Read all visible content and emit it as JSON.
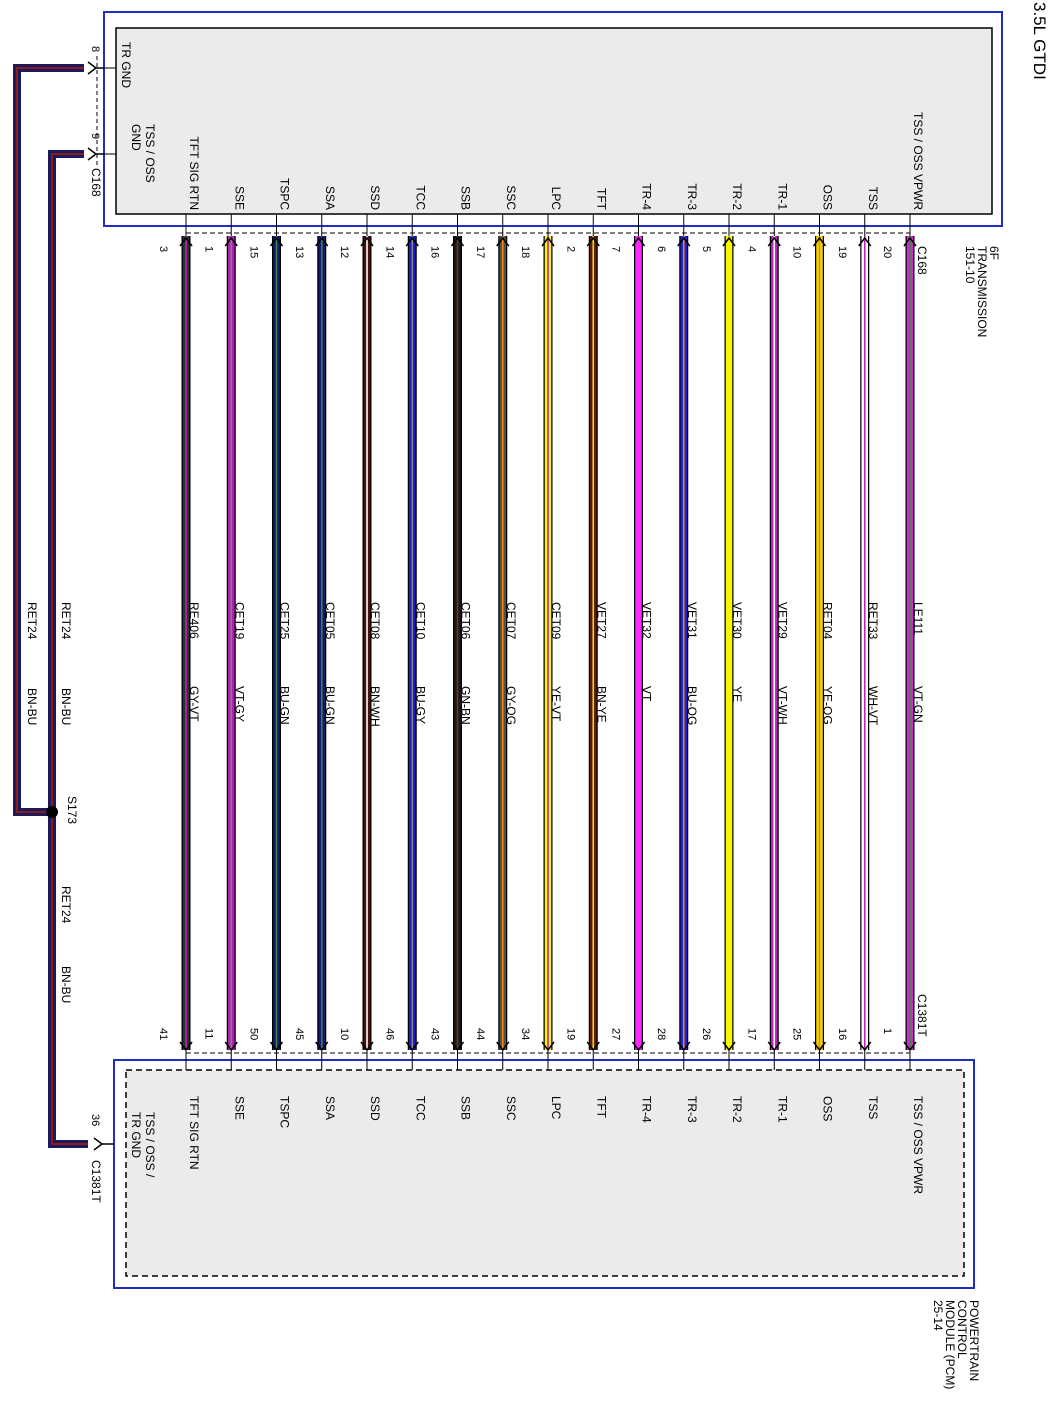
{
  "engine_label": "3.5L GTDI",
  "colors": {
    "frame": "#1f2fbf",
    "component_fill": "#ebebeb",
    "splice": "#000000",
    "ground_wire": "#1d1a5c",
    "ground_tracer": "#8b1a1a"
  },
  "transmission": {
    "name_lines": [
      "6F",
      "TRANSMISSION",
      "151-10"
    ],
    "connector": "C168"
  },
  "pcm": {
    "name_lines": [
      "POWERTRAIN",
      "CONTROL",
      "MODULE (PCM)",
      "25-14"
    ],
    "connector": "C1381T"
  },
  "wires": [
    {
      "signal": "TSS / OSS VPWR",
      "pin_trans": "20",
      "pin_pcm": "1",
      "circuit": "LE111",
      "color_code": "VT-GN",
      "base": "#d22ad2",
      "stripe": "#2e8b2e"
    },
    {
      "signal": "TSS",
      "pin_trans": "19",
      "pin_pcm": "16",
      "circuit": "RET33",
      "color_code": "WH-VT",
      "base": "#ffffff",
      "stripe": "#c020c0"
    },
    {
      "signal": "OSS",
      "pin_trans": "10",
      "pin_pcm": "25",
      "circuit": "RET04",
      "color_code": "YE-OG",
      "base": "#f2d800",
      "stripe": "#f08a00"
    },
    {
      "signal": "TR-1",
      "pin_trans": "4",
      "pin_pcm": "17",
      "circuit": "VET29",
      "color_code": "VT-WH",
      "base": "#c020c0",
      "stripe": "#ffffff"
    },
    {
      "signal": "TR-2",
      "pin_trans": "5",
      "pin_pcm": "26",
      "circuit": "VET30",
      "color_code": "YE",
      "base": "#f7f700",
      "stripe": ""
    },
    {
      "signal": "TR-3",
      "pin_trans": "6",
      "pin_pcm": "28",
      "circuit": "VET31",
      "color_code": "BU-OG",
      "base": "#2020d8",
      "stripe": "#f08a00"
    },
    {
      "signal": "TR-4",
      "pin_trans": "7",
      "pin_pcm": "27",
      "circuit": "VET32",
      "color_code": "VT",
      "base": "#ff2aff",
      "stripe": ""
    },
    {
      "signal": "TFT",
      "pin_trans": "2",
      "pin_pcm": "19",
      "circuit": "VET27",
      "color_code": "BN-YE",
      "base": "#5a1a10",
      "stripe": "#f2d800"
    },
    {
      "signal": "LPC",
      "pin_trans": "18",
      "pin_pcm": "34",
      "circuit": "CET09",
      "color_code": "YE-VT",
      "base": "#f7f700",
      "stripe": "#c020c0"
    },
    {
      "signal": "SSC",
      "pin_trans": "17",
      "pin_pcm": "44",
      "circuit": "CET07",
      "color_code": "GY-OG",
      "base": "#505050",
      "stripe": "#f08a00"
    },
    {
      "signal": "SSB",
      "pin_trans": "16",
      "pin_pcm": "43",
      "circuit": "CET06",
      "color_code": "GN-BN",
      "base": "#1a1a1a",
      "stripe": "#6b3a1a"
    },
    {
      "signal": "TCC",
      "pin_trans": "14",
      "pin_pcm": "46",
      "circuit": "CET10",
      "color_code": "BU-GY",
      "base": "#1a1acc",
      "stripe": "#808080"
    },
    {
      "signal": "SSD",
      "pin_trans": "12",
      "pin_pcm": "10",
      "circuit": "CET08",
      "color_code": "BN-WH",
      "base": "#4a0f0f",
      "stripe": "#ffffff"
    },
    {
      "signal": "SSA",
      "pin_trans": "13",
      "pin_pcm": "45",
      "circuit": "CET05",
      "color_code": "BU-GN",
      "base": "#16167a",
      "stripe": "#2e8b2e"
    },
    {
      "signal": "TSPC",
      "pin_trans": "15",
      "pin_pcm": "50",
      "circuit": "CET25",
      "color_code": "BU-GN",
      "base": "#16167a",
      "stripe": "#2e8b2e"
    },
    {
      "signal": "SSE",
      "pin_trans": "1",
      "pin_pcm": "11",
      "circuit": "CET19",
      "color_code": "VT-GY",
      "base": "#b020b0",
      "stripe": "#808080"
    },
    {
      "signal": "TFT SIG RTN",
      "pin_trans": "3",
      "pin_pcm": "41",
      "circuit": "RE406",
      "color_code": "GY-VT",
      "base": "#303030",
      "stripe": "#c020c0"
    }
  ],
  "ground": {
    "trans_labels": [
      {
        "signal": "TR GND",
        "pin": "8"
      },
      {
        "signal_lines": [
          "TSS / OSS",
          "GND"
        ],
        "pin": "9",
        "connector": "C168"
      }
    ],
    "pcm_label_lines": [
      "TSS / OSS /",
      "TR GND"
    ],
    "pcm_pin": "36",
    "pcm_connector": "C1381T",
    "splice": "S173",
    "circuit": "RET24",
    "color_code": "BN-BU"
  }
}
